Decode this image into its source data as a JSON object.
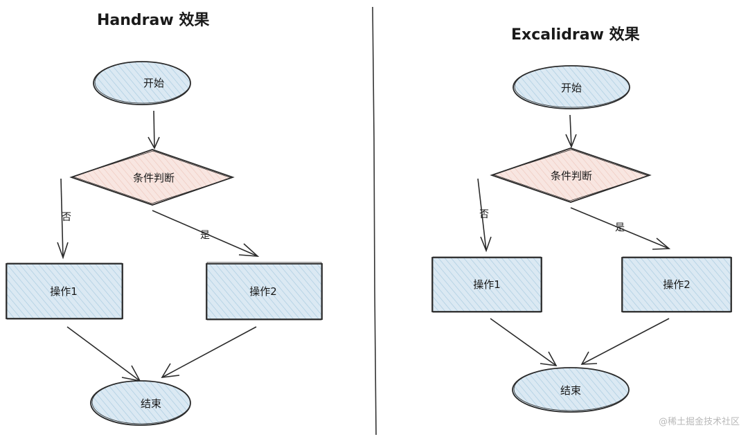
{
  "panels": [
    {
      "title": "Handraw 效果",
      "nodes": {
        "start": "开始",
        "decision": "条件判断",
        "op1": "操作1",
        "op2": "操作2",
        "end": "结束"
      },
      "edges": {
        "no": "否",
        "yes": "是"
      }
    },
    {
      "title": "Excalidraw 效果",
      "nodes": {
        "start": "开始",
        "decision": "条件判断",
        "op1": "操作1",
        "op2": "操作2",
        "end": "结束"
      },
      "edges": {
        "no": "否",
        "yes": "是"
      }
    }
  ],
  "colors": {
    "ellipse_fill": "#dbe9f3",
    "diamond_fill": "#f8e6e1",
    "rect_fill": "#dbe9f3",
    "hatch": "#a9cbe0",
    "stroke": "#2b2b2b"
  },
  "watermark": "@稀土掘金技术社区"
}
